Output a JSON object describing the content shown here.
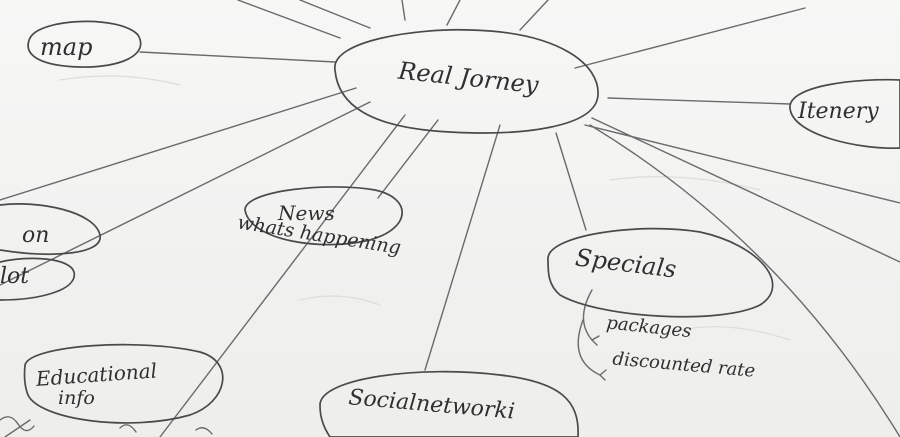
{
  "center": {
    "label": "Real Jorney"
  },
  "nodes": {
    "map": "map",
    "itinerary": "Itenery",
    "news": "News",
    "whats_happening": "whats happening",
    "specials": "Specials",
    "packages": "packages",
    "discounted_rate": "discounted rate",
    "on": "on",
    "lot": "lot",
    "educational": "Educational",
    "info": "info",
    "social_networking": "Socialnetworki"
  }
}
